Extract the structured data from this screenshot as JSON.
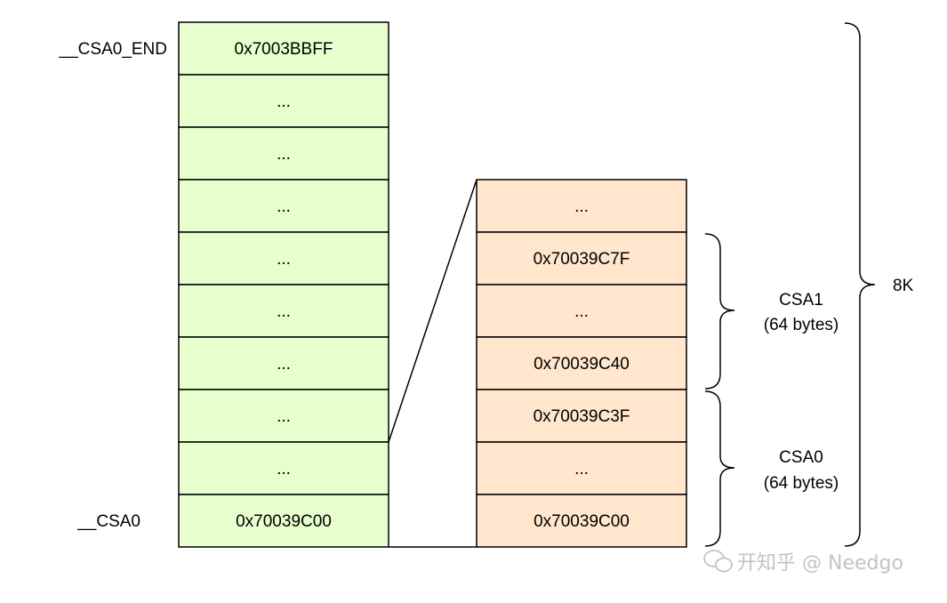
{
  "left_column": {
    "top_label": "__CSA0_END",
    "bottom_label": "__CSA0",
    "cells": [
      "0x7003BBFF",
      "...",
      "...",
      "...",
      "...",
      "...",
      "...",
      "...",
      "...",
      "0x70039C00"
    ]
  },
  "right_column": {
    "cells": [
      "...",
      "0x70039C7F",
      "...",
      "0x70039C40",
      "0x70039C3F",
      "...",
      "0x70039C00"
    ]
  },
  "braces": {
    "csa1": {
      "name": "CSA1",
      "size": "(64 bytes)"
    },
    "csa0": {
      "name": "CSA0",
      "size": "(64 bytes)"
    },
    "total": "8K"
  },
  "watermark": "开知乎 @ Needgo"
}
